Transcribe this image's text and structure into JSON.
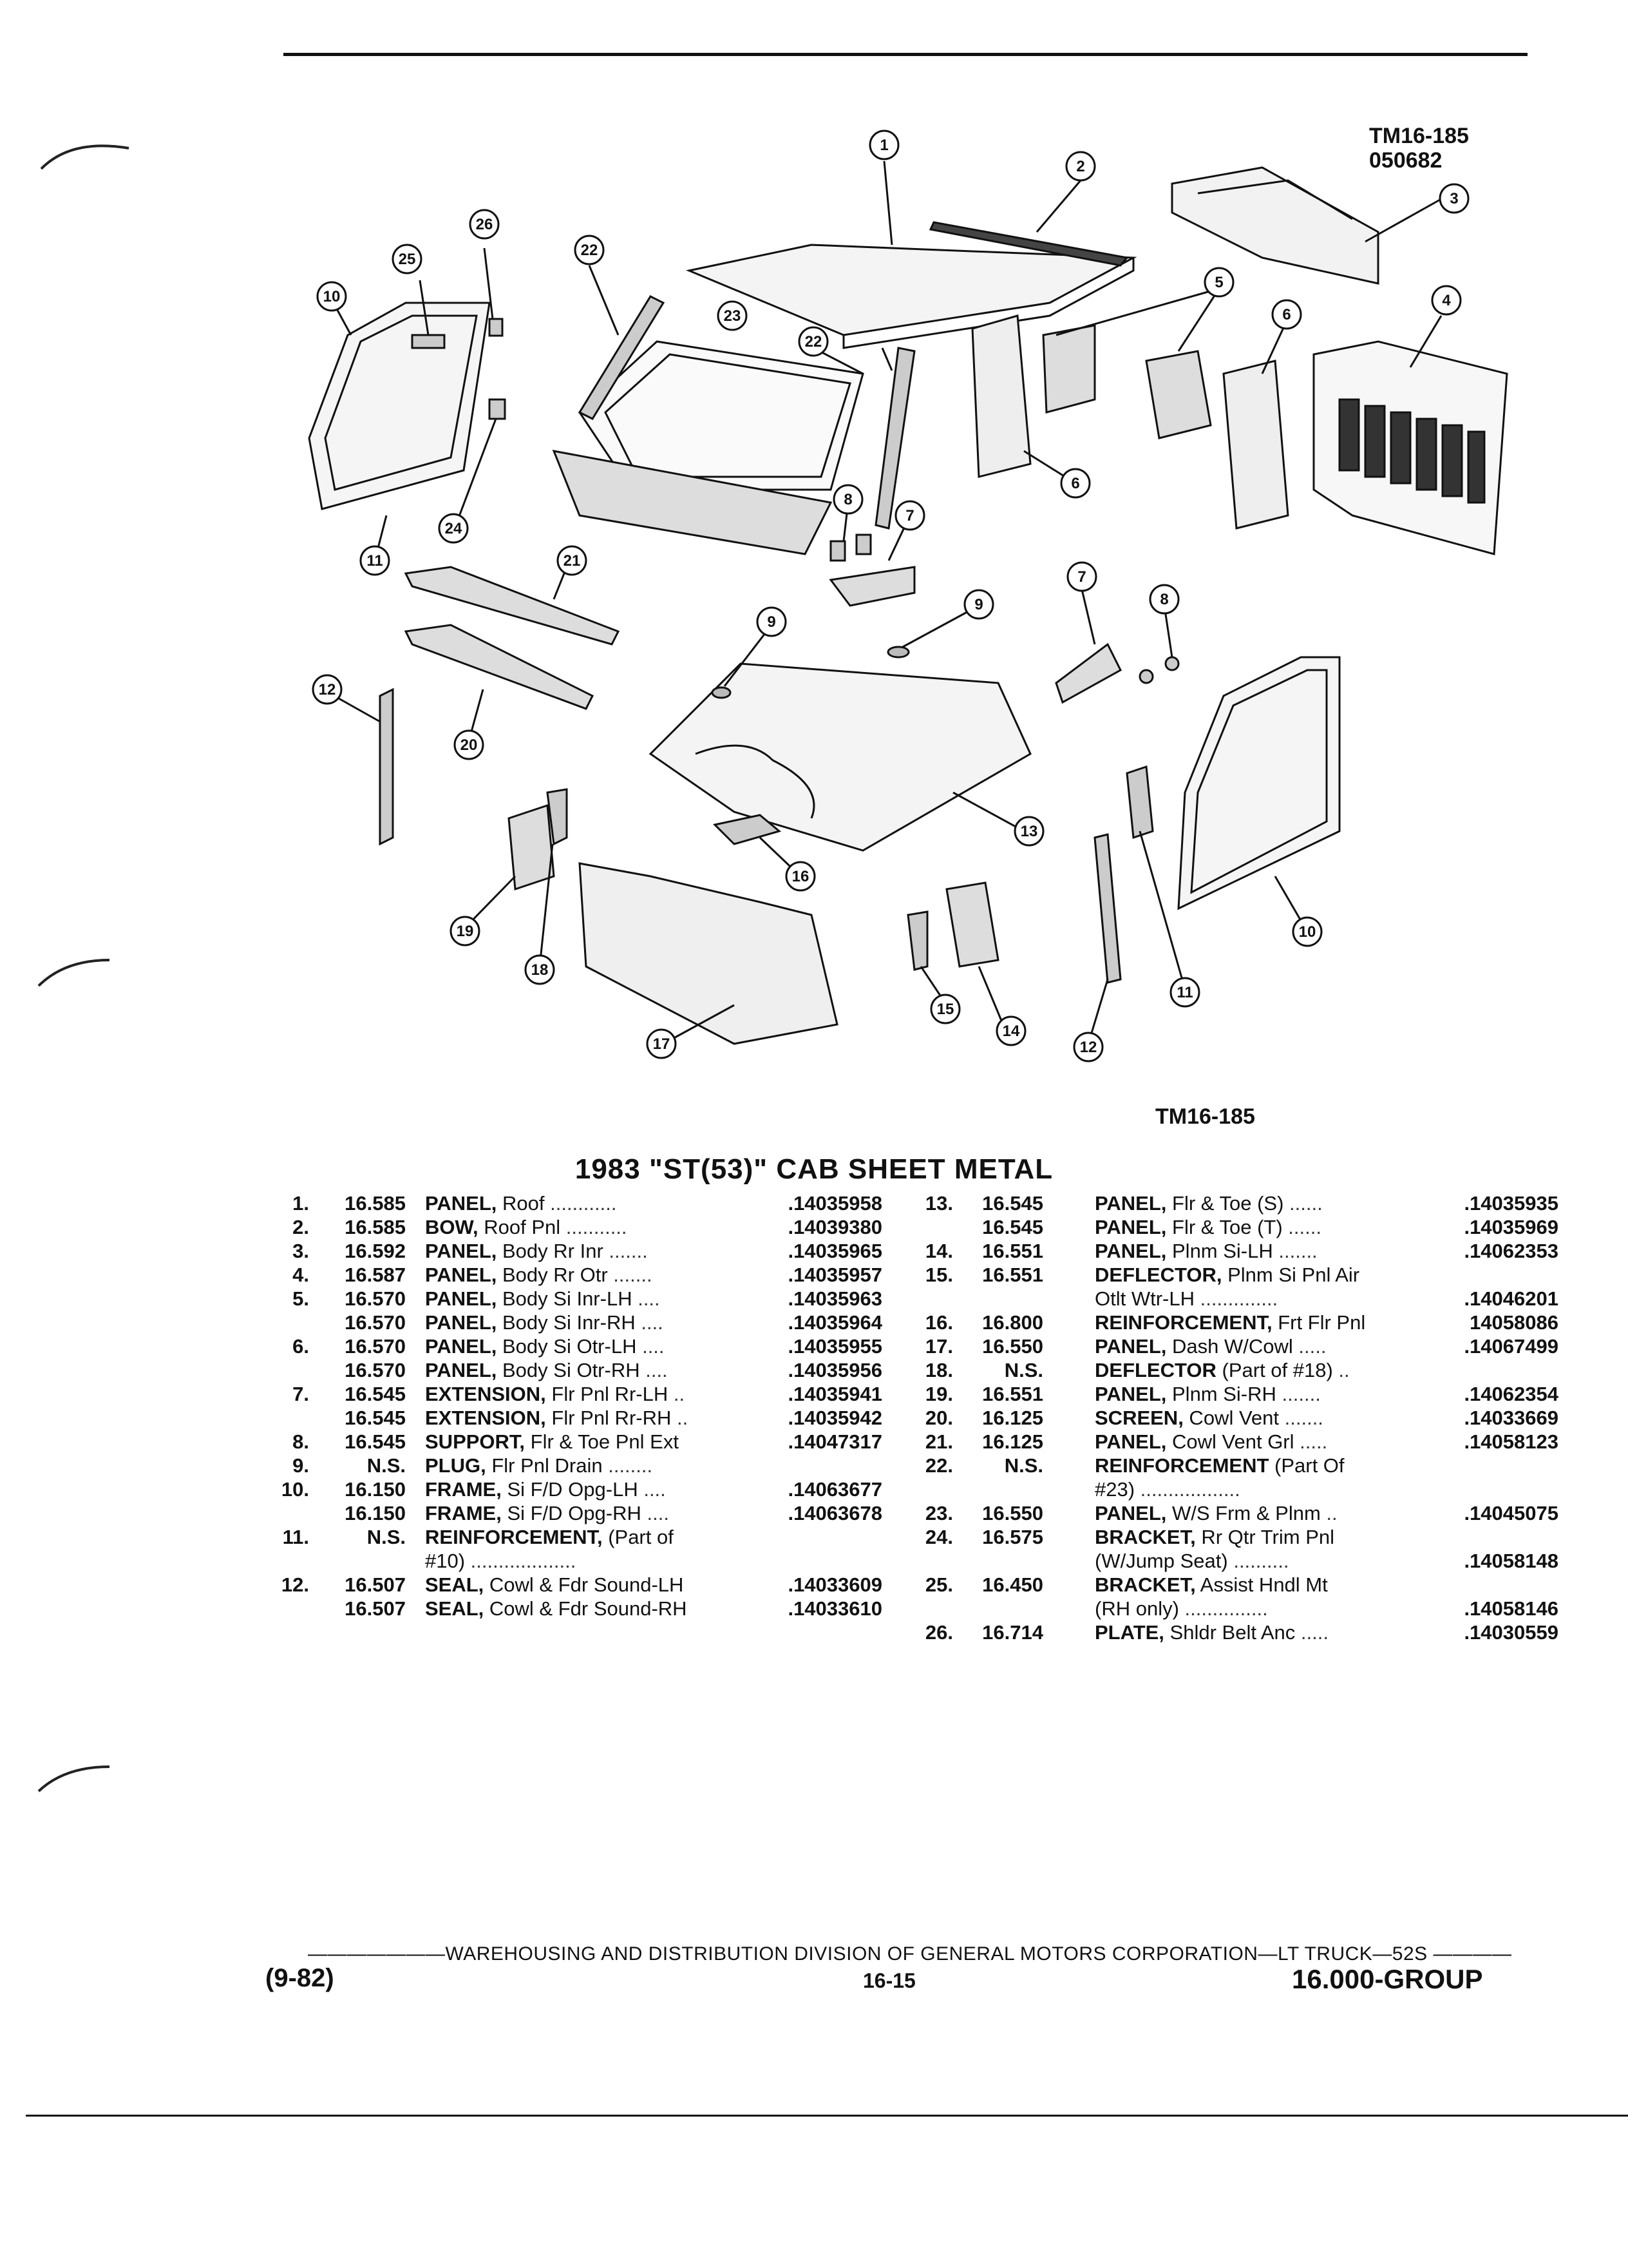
{
  "header": {
    "ref_code": "TM16-185",
    "ref_date": "050682"
  },
  "figure": {
    "caption": "TM16-185",
    "callouts": [
      "1",
      "2",
      "3",
      "4",
      "5",
      "6",
      "6",
      "7",
      "7",
      "8",
      "8",
      "9",
      "9",
      "10",
      "10",
      "11",
      "11",
      "12",
      "12",
      "13",
      "14",
      "15",
      "16",
      "17",
      "18",
      "19",
      "20",
      "21",
      "22",
      "22",
      "23",
      "24",
      "25",
      "26"
    ]
  },
  "title": "1983 \"ST(53)\" CAB SHEET METAL",
  "parts_left": [
    {
      "num": "1.",
      "group": "16.585",
      "name": "PANEL,",
      "desc": " Roof ",
      "dots": "............",
      "part": ".14035958"
    },
    {
      "num": "2.",
      "group": "16.585",
      "name": "BOW,",
      "desc": " Roof Pnl ",
      "dots": "...........",
      "part": ".14039380"
    },
    {
      "num": "3.",
      "group": "16.592",
      "name": "PANEL,",
      "desc": " Body Rr Inr ",
      "dots": ".......",
      "part": ".14035965"
    },
    {
      "num": "4.",
      "group": "16.587",
      "name": "PANEL,",
      "desc": " Body Rr Otr ",
      "dots": ".......",
      "part": ".14035957"
    },
    {
      "num": "5.",
      "group": "16.570",
      "name": "PANEL,",
      "desc": " Body Si Inr-LH ",
      "dots": "....",
      "part": ".14035963"
    },
    {
      "num": "",
      "group": "16.570",
      "name": "PANEL,",
      "desc": " Body Si Inr-RH ",
      "dots": "....",
      "part": ".14035964"
    },
    {
      "num": "6.",
      "group": "16.570",
      "name": "PANEL,",
      "desc": " Body Si Otr-LH ",
      "dots": "....",
      "part": ".14035955"
    },
    {
      "num": "",
      "group": "16.570",
      "name": "PANEL,",
      "desc": " Body Si Otr-RH ",
      "dots": "....",
      "part": ".14035956"
    },
    {
      "num": "7.",
      "group": "16.545",
      "name": "EXTENSION,",
      "desc": " Flr Pnl Rr-LH ",
      "dots": "..",
      "part": ".14035941"
    },
    {
      "num": "",
      "group": "16.545",
      "name": "EXTENSION,",
      "desc": " Flr Pnl Rr-RH ",
      "dots": "..",
      "part": ".14035942"
    },
    {
      "num": "8.",
      "group": "16.545",
      "name": "SUPPORT,",
      "desc": " Flr & Toe Pnl Ext ",
      "dots": "",
      "part": ".14047317"
    },
    {
      "num": "9.",
      "group": "N.S.",
      "name": "PLUG,",
      "desc": " Flr Pnl Drain ",
      "dots": "........",
      "part": ""
    },
    {
      "num": "10.",
      "group": "16.150",
      "name": "FRAME,",
      "desc": " Si F/D Opg-LH ",
      "dots": "....",
      "part": ".14063677"
    },
    {
      "num": "",
      "group": "16.150",
      "name": "FRAME,",
      "desc": " Si F/D Opg-RH ",
      "dots": "....",
      "part": ".14063678"
    },
    {
      "num": "11.",
      "group": "N.S.",
      "name": "REINFORCEMENT,",
      "desc": " (Part of",
      "dots": "",
      "part": ""
    },
    {
      "num": "",
      "group": "",
      "name": "",
      "desc": "#10) ",
      "dots": "...................",
      "part": ""
    },
    {
      "num": "12.",
      "group": "16.507",
      "name": "SEAL,",
      "desc": " Cowl & Fdr Sound-LH ",
      "dots": "",
      "part": ".14033609"
    },
    {
      "num": "",
      "group": "16.507",
      "name": "SEAL,",
      "desc": " Cowl & Fdr Sound-RH ",
      "dots": "",
      "part": ".14033610"
    }
  ],
  "parts_right": [
    {
      "num": "13.",
      "group": "16.545",
      "name": "PANEL,",
      "desc": " Flr & Toe (S) ",
      "dots": "......",
      "part": ".14035935"
    },
    {
      "num": "",
      "group": "16.545",
      "name": "PANEL,",
      "desc": " Flr & Toe (T) ",
      "dots": "......",
      "part": ".14035969"
    },
    {
      "num": "14.",
      "group": "16.551",
      "name": "PANEL,",
      "desc": " Plnm Si-LH ",
      "dots": ".......",
      "part": ".14062353"
    },
    {
      "num": "15.",
      "group": "16.551",
      "name": "DEFLECTOR,",
      "desc": " Plnm Si Pnl Air",
      "dots": "",
      "part": ""
    },
    {
      "num": "",
      "group": "",
      "name": "",
      "desc": "Otlt Wtr-LH ",
      "dots": "..............",
      "part": ".14046201"
    },
    {
      "num": "16.",
      "group": "16.800",
      "name": "REINFORCEMENT,",
      "desc": " Frt Flr Pnl",
      "dots": "",
      "part": "14058086"
    },
    {
      "num": "17.",
      "group": "16.550",
      "name": "PANEL,",
      "desc": " Dash W/Cowl ",
      "dots": ".....",
      "part": ".14067499"
    },
    {
      "num": "18.",
      "group": "N.S.",
      "name": "DEFLECTOR",
      "desc": " (Part of #18) ",
      "dots": "..",
      "part": ""
    },
    {
      "num": "19.",
      "group": "16.551",
      "name": "PANEL,",
      "desc": " Plnm Si-RH ",
      "dots": ".......",
      "part": ".14062354"
    },
    {
      "num": "20.",
      "group": "16.125",
      "name": "SCREEN,",
      "desc": " Cowl Vent ",
      "dots": ".......",
      "part": ".14033669"
    },
    {
      "num": "21.",
      "group": "16.125",
      "name": "PANEL,",
      "desc": " Cowl Vent Grl ",
      "dots": ".....",
      "part": ".14058123"
    },
    {
      "num": "22.",
      "group": "N.S.",
      "name": "REINFORCEMENT",
      "desc": " (Part Of",
      "dots": "",
      "part": ""
    },
    {
      "num": "",
      "group": "",
      "name": "",
      "desc": "#23) ",
      "dots": "..................",
      "part": ""
    },
    {
      "num": "23.",
      "group": "16.550",
      "name": "PANEL,",
      "desc": " W/S Frm & Plnm ",
      "dots": "..",
      "part": ".14045075"
    },
    {
      "num": "24.",
      "group": "16.575",
      "name": "BRACKET,",
      "desc": " Rr Qtr Trim Pnl",
      "dots": "",
      "part": ""
    },
    {
      "num": "",
      "group": "",
      "name": "",
      "desc": "(W/Jump Seat) ",
      "dots": "..........",
      "part": ".14058148"
    },
    {
      "num": "25.",
      "group": "16.450",
      "name": "BRACKET,",
      "desc": " Assist Hndl Mt",
      "dots": "",
      "part": ""
    },
    {
      "num": "",
      "group": "",
      "name": "",
      "desc": "(RH only) ",
      "dots": "...............",
      "part": ".14058146"
    },
    {
      "num": "26.",
      "group": "16.714",
      "name": "PLATE,",
      "desc": " Shldr Belt Anc ",
      "dots": ".....",
      "part": ".14030559"
    }
  ],
  "footer": {
    "division_line": "———————WAREHOUSING AND DISTRIBUTION  DIVISION OF GENERAL MOTORS CORPORATION—LT TRUCK—52S  ————",
    "date_code": "(9-82)",
    "page_number": "16-15",
    "group": "16.000-GROUP"
  }
}
